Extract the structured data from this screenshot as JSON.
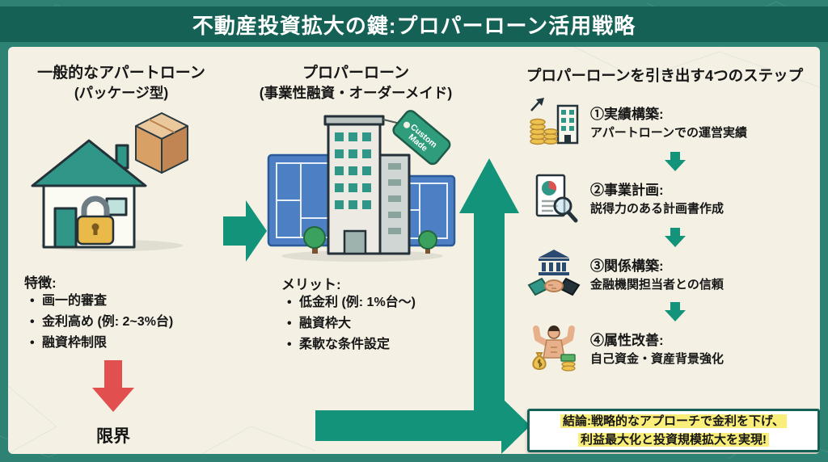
{
  "title": "不動産投資拡大の鍵:プロパーローン活用戦略",
  "left_column": {
    "heading_line1": "一般的なアパートローン",
    "heading_line2": "(パッケージ型)",
    "illustration_icons": [
      "house-lock-icon",
      "package-box-icon"
    ],
    "features_label": "特徴:",
    "features": [
      "画一的審査",
      "金利高め (例: 2~3%台)",
      "融資枠制限"
    ],
    "limit_label": "限界"
  },
  "middle_column": {
    "heading_line1": "プロパーローン",
    "heading_line2": "(事業性融資・オーダーメイド)",
    "illustration_icons": [
      "office-building-icon",
      "blueprint-icon",
      "custom-tag-icon"
    ],
    "tag_label": "Custom Made",
    "merits_label": "メリット:",
    "merits": [
      "低金利 (例: 1%台〜)",
      "融資枠大",
      "柔軟な条件設定"
    ]
  },
  "right_column": {
    "heading": "プロパーローンを引き出す4つのステップ",
    "steps": [
      {
        "title": "①実績構築:",
        "desc": "アパートローンでの運営実績",
        "icon": "coins-building-icon"
      },
      {
        "title": "②事業計画:",
        "desc": "説得力のある計画書作成",
        "icon": "report-magnifier-icon"
      },
      {
        "title": "③関係構築:",
        "desc": "金融機関担当者との信頼",
        "icon": "bank-handshake-icon"
      },
      {
        "title": "④属性改善:",
        "desc": "自己資金・資産背景強化",
        "icon": "strongman-wealth-icon"
      }
    ]
  },
  "conclusion": {
    "line1": "結論:戦略的なアプローチで金利を下げ、",
    "line2": "利益最大化と投資規模拡大を実現!"
  },
  "colors": {
    "outer_background": "#2e8274",
    "banner": "#156156",
    "panel_background": "#f4f0e4",
    "arrow_teal": "#13947a",
    "arrow_red": "#e14f4f",
    "highlight_yellow": "#f9ee79",
    "text_dark": "#161616"
  }
}
